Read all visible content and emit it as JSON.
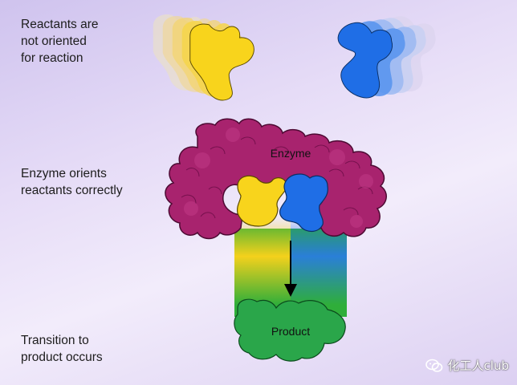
{
  "captions": {
    "not_oriented": "Reactants are\nnot oriented\nfor reaction",
    "enzyme_orients": "Enzyme orients\nreactants correctly",
    "transition": "Transition to\nproduct occurs"
  },
  "labels": {
    "enzyme": "Enzyme",
    "product": "Product"
  },
  "watermark": {
    "text": "化工人club"
  },
  "colors": {
    "background": "#e4daf6",
    "enzyme": "#a8236e",
    "reactant_yellow": "#f7d21a",
    "reactant_blue": "#1f6ee6",
    "product": "#2aa64a"
  },
  "icons": {
    "watermark": "wechat-icon"
  }
}
